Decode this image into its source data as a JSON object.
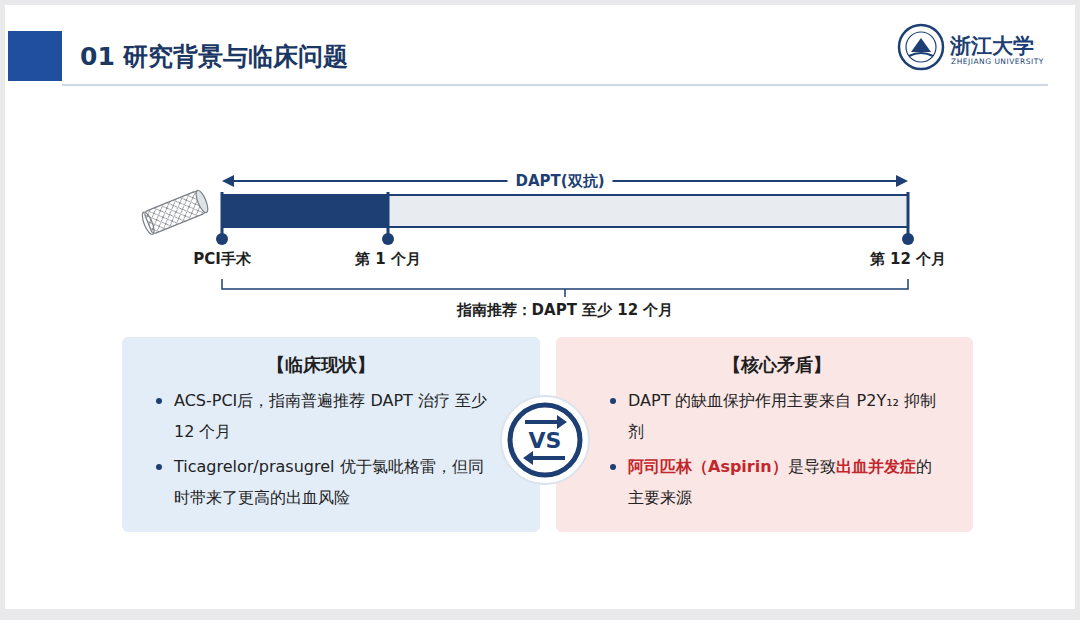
{
  "diagram": {
    "title": "01 研究背景与临床问题",
    "nodes": [
      {
        "text": [
          "【临床现状】",
          "ACS-PCI后，指南普遍推荐 DAPT 治疗 至少 12 个月",
          "Ticagrelor/prasugrel 优于氯吡格雷，但同 时带来了更高的出血风险"
        ]
      },
      {
        "text": [
          "VS"
        ]
      },
      {
        "text": [
          "【核心矛盾】",
          "DAPT 的缺血保护作用主要来自 P2Y₁₂ 抑制剂",
          "阿司匹林（Aspirin）",
          "是导致",
          "出血并发症",
          "的 主要来源"
        ]
      }
    ],
    "labels": [
      "浙江大学",
      "ZHEJIANG UNIVERSITY",
      "DAPT(双抗)",
      "PCI手术",
      "第 1 个月",
      "第 12 个月",
      "指南推荐：DAPT 至少 12 个月"
    ]
  }
}
